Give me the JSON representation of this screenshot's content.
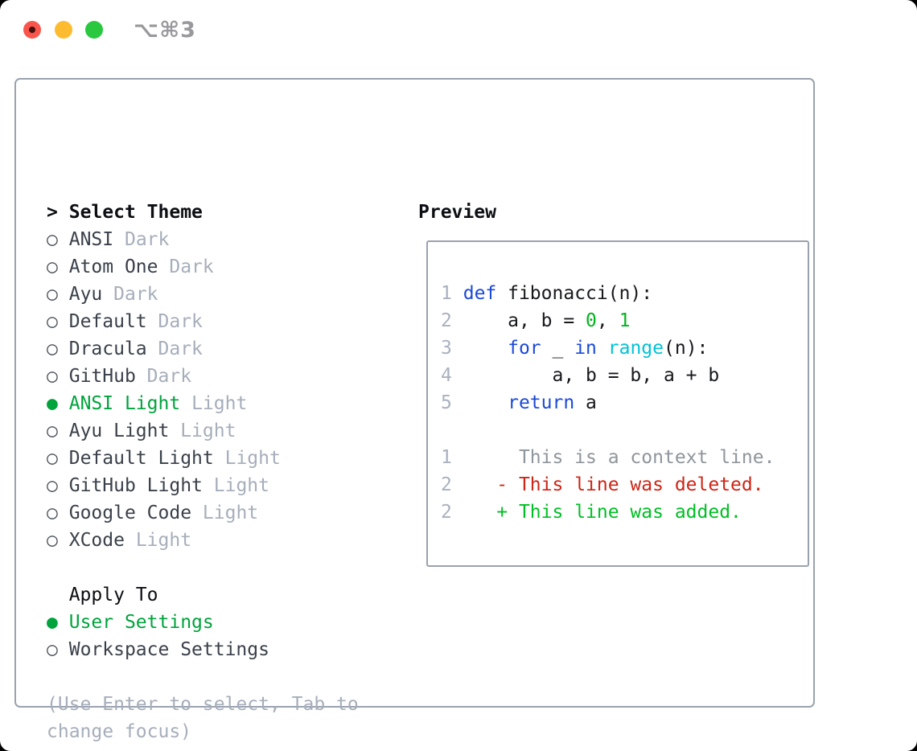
{
  "titlebar": {
    "shortcut": "⌥⌘3"
  },
  "icons": {
    "prompt": ">",
    "radio_selected": "●",
    "radio_unselected": "○"
  },
  "colors": {
    "selection_green": "#00a33c",
    "keyword_blue": "#1b49d8",
    "function_cyan": "#00c3d6",
    "literal_green": "#00b41e",
    "added_green": "#00bf24",
    "deleted_red": "#cd2516",
    "muted_gray": "#a6aebb",
    "text_charcoal": "#3a404a",
    "border_gray": "#9aa2ae",
    "traffic_red": "#f9554d",
    "traffic_yellow": "#fdbc30",
    "traffic_green": "#29c83f"
  },
  "theme_panel": {
    "title": "Select Theme",
    "themes": [
      {
        "name": "ANSI",
        "variant": "Dark",
        "selected": false
      },
      {
        "name": "Atom One",
        "variant": "Dark",
        "selected": false
      },
      {
        "name": "Ayu",
        "variant": "Dark",
        "selected": false
      },
      {
        "name": "Default",
        "variant": "Dark",
        "selected": false
      },
      {
        "name": "Dracula",
        "variant": "Dark",
        "selected": false
      },
      {
        "name": "GitHub",
        "variant": "Dark",
        "selected": false
      },
      {
        "name": "ANSI Light",
        "variant": "Light",
        "selected": true
      },
      {
        "name": "Ayu Light",
        "variant": "Light",
        "selected": false
      },
      {
        "name": "Default Light",
        "variant": "Light",
        "selected": false
      },
      {
        "name": "GitHub Light",
        "variant": "Light",
        "selected": false
      },
      {
        "name": "Google Code",
        "variant": "Light",
        "selected": false
      },
      {
        "name": "XCode",
        "variant": "Light",
        "selected": false
      }
    ]
  },
  "apply_panel": {
    "title": "Apply To",
    "options": [
      {
        "label": "User Settings",
        "selected": true
      },
      {
        "label": "Workspace Settings",
        "selected": false
      }
    ]
  },
  "help": {
    "line1": "(Use Enter to select, Tab to",
    "line2": "change focus)"
  },
  "preview": {
    "title": "Preview",
    "code_lines": [
      {
        "num": "1",
        "segments": [
          {
            "t": "def",
            "c": "kw"
          },
          {
            "t": " fibonacci(n):",
            "c": "code"
          }
        ]
      },
      {
        "num": "2",
        "segments": [
          {
            "t": "    a, b = ",
            "c": "code"
          },
          {
            "t": "0",
            "c": "lit"
          },
          {
            "t": ", ",
            "c": "code"
          },
          {
            "t": "1",
            "c": "lit"
          }
        ]
      },
      {
        "num": "3",
        "segments": [
          {
            "t": "    ",
            "c": "code"
          },
          {
            "t": "for",
            "c": "kw"
          },
          {
            "t": " _ ",
            "c": "code"
          },
          {
            "t": "in",
            "c": "kw"
          },
          {
            "t": " ",
            "c": "code"
          },
          {
            "t": "range",
            "c": "fn"
          },
          {
            "t": "(n):",
            "c": "code"
          }
        ]
      },
      {
        "num": "4",
        "segments": [
          {
            "t": "        a, b = b, a + b",
            "c": "code"
          }
        ]
      },
      {
        "num": "5",
        "segments": [
          {
            "t": "    ",
            "c": "code"
          },
          {
            "t": "return",
            "c": "kw"
          },
          {
            "t": " a",
            "c": "code"
          }
        ]
      }
    ],
    "diff_lines": [
      {
        "num": "1",
        "segments": [
          {
            "t": "     This is a context line.",
            "c": "ctx"
          }
        ]
      },
      {
        "num": "2",
        "segments": [
          {
            "t": "   - This line was deleted.",
            "c": "del"
          }
        ]
      },
      {
        "num": "2",
        "segments": [
          {
            "t": "   + This line was added.",
            "c": "add"
          }
        ]
      }
    ]
  }
}
